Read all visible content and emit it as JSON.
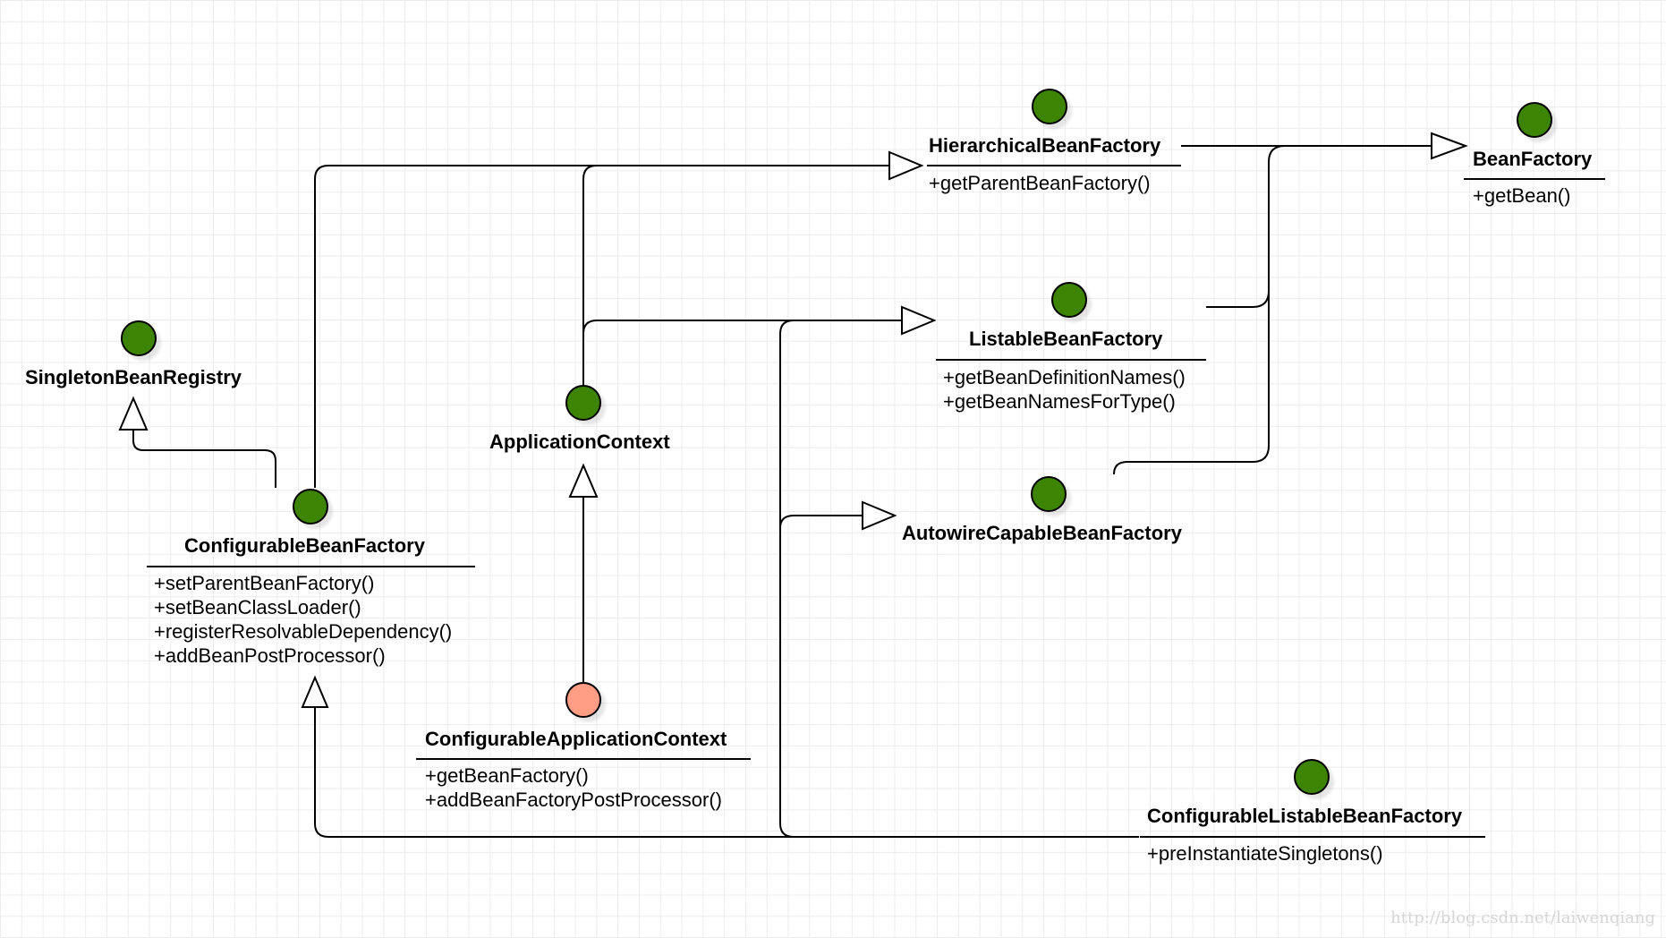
{
  "nodes": {
    "hierarchical_bean_factory": {
      "name": "HierarchicalBeanFactory",
      "methods": [
        "+getParentBeanFactory()"
      ]
    },
    "bean_factory": {
      "name": "BeanFactory",
      "methods": [
        "+getBean()"
      ]
    },
    "listable_bean_factory": {
      "name": "ListableBeanFactory",
      "methods": [
        "+getBeanDefinitionNames()",
        "+getBeanNamesForType()"
      ]
    },
    "singleton_bean_registry": {
      "name": "SingletonBeanRegistry"
    },
    "application_context": {
      "name": "ApplicationContext"
    },
    "autowire_capable_bean_factory": {
      "name": "AutowireCapableBeanFactory"
    },
    "configurable_bean_factory": {
      "name": "ConfigurableBeanFactory",
      "methods": [
        "+setParentBeanFactory()",
        "+setBeanClassLoader()",
        "+registerResolvableDependency()",
        "+addBeanPostProcessor()"
      ]
    },
    "configurable_application_context": {
      "name": "ConfigurableApplicationContext",
      "methods": [
        "+getBeanFactory()",
        "+addBeanFactoryPostProcessor()"
      ]
    },
    "configurable_listable_bean_factory": {
      "name": "ConfigurableListableBeanFactory",
      "methods": [
        "+preInstantiateSingletons()"
      ]
    }
  },
  "colors": {
    "interface_icon": "#3d8402",
    "class_icon": "#ff9e84",
    "line": "#000000"
  },
  "watermark": "http://blog.csdn.net/laiwenqiang"
}
